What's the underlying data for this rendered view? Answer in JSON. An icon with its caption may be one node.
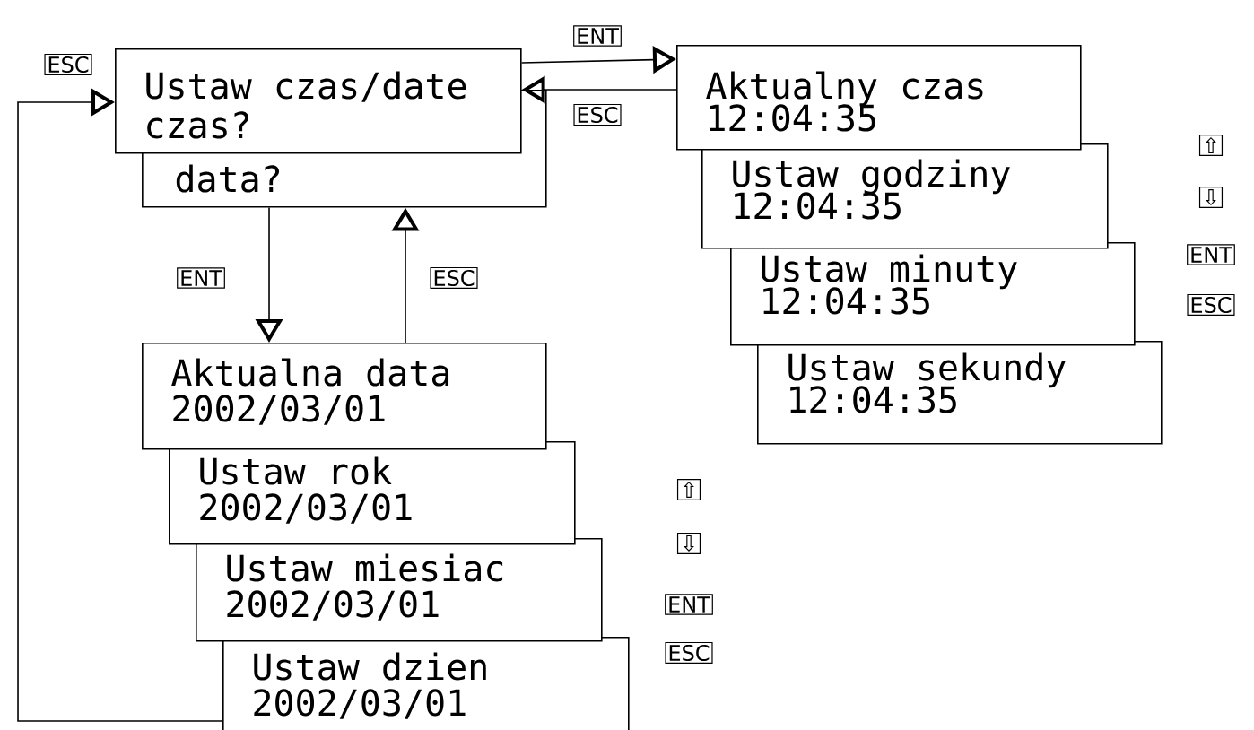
{
  "diagram": {
    "nodes": [
      {
        "text": [
          "Ustaw czas/date",
          "czas?"
        ]
      },
      {
        "text": [
          "data?"
        ]
      },
      {
        "text": [
          "Aktualny czas",
          "12:04:35"
        ]
      },
      {
        "text": [
          "Ustaw godziny",
          "12:04:35"
        ]
      },
      {
        "text": [
          "Ustaw minuty",
          "12:04:35"
        ]
      },
      {
        "text": [
          "Ustaw sekundy",
          "12:04:35"
        ]
      },
      {
        "text": [
          "Aktualna data",
          "2002/03/01"
        ]
      },
      {
        "text": [
          "Ustaw rok",
          "2002/03/01"
        ]
      },
      {
        "text": [
          "Ustaw miesiac",
          "2002/03/01"
        ]
      },
      {
        "text": [
          "Ustaw dzien",
          "2002/03/01"
        ]
      }
    ],
    "edges": [
      {
        "from": 0,
        "to": 2,
        "arrow": "to",
        "label": "ENT"
      },
      {
        "from": 2,
        "to": 0,
        "arrow": "to",
        "label": "ESC"
      },
      {
        "from": 1,
        "to": 6,
        "arrow": "to",
        "label": "ENT"
      },
      {
        "from": 6,
        "to": 1,
        "arrow": "to",
        "label": "ESC"
      },
      {
        "from": 9,
        "to": 0,
        "arrow": "to",
        "label": "ESC"
      }
    ],
    "labels": [
      "⇧",
      "⇩",
      "ENT",
      "ESC",
      "⇧",
      "⇩",
      "ENT",
      "ESC"
    ]
  }
}
